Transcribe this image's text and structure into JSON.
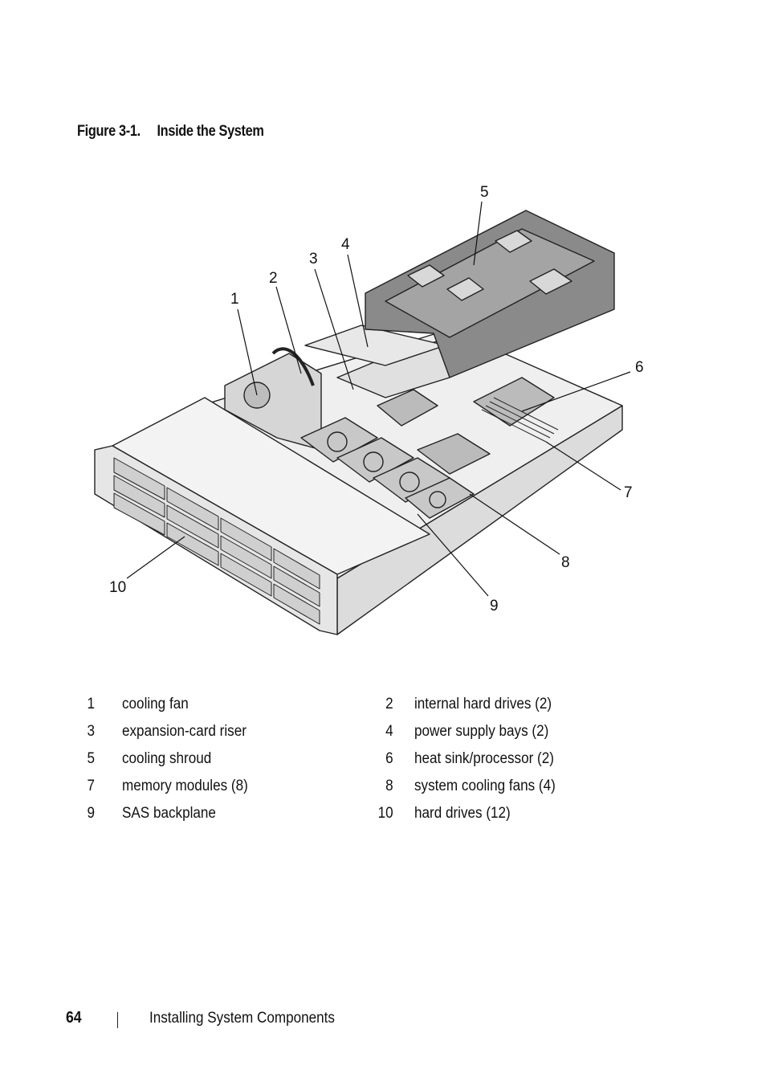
{
  "figure": {
    "label": "Figure 3-1.",
    "title": "Inside the System"
  },
  "callouts": [
    {
      "number": "1",
      "text": "cooling fan"
    },
    {
      "number": "2",
      "text": "internal hard drives (2)"
    },
    {
      "number": "3",
      "text": "expansion-card riser"
    },
    {
      "number": "4",
      "text": "power supply bays (2)"
    },
    {
      "number": "5",
      "text": "cooling shroud"
    },
    {
      "number": "6",
      "text": "heat sink/processor (2)"
    },
    {
      "number": "7",
      "text": "memory modules (8)"
    },
    {
      "number": "8",
      "text": "system cooling fans (4)"
    },
    {
      "number": "9",
      "text": "SAS backplane"
    },
    {
      "number": "10",
      "text": "hard drives (12)"
    }
  ],
  "footer": {
    "page_number": "64",
    "running_title": "Installing System Components"
  }
}
